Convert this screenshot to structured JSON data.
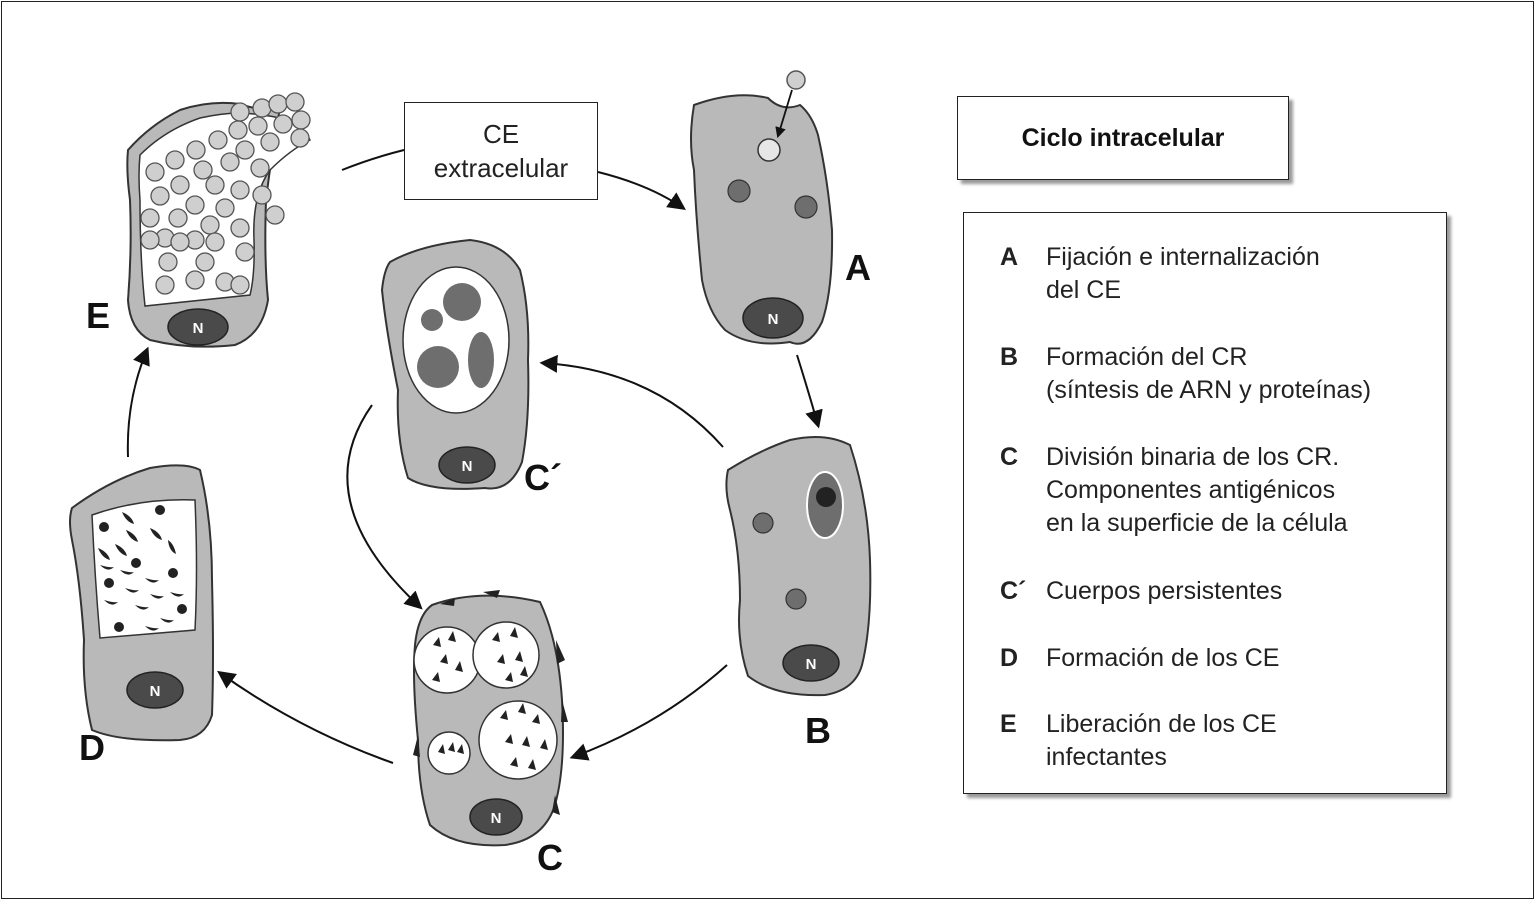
{
  "callout": {
    "line1": "CE",
    "line2": "extracelular"
  },
  "title": "Ciclo intracelular",
  "cells": {
    "A": {
      "label": "A"
    },
    "B": {
      "label": "B"
    },
    "C": {
      "label": "C"
    },
    "C_prime": {
      "label": "C´"
    },
    "D": {
      "label": "D"
    },
    "E": {
      "label": "E"
    }
  },
  "nucleus_label": "N",
  "legend": [
    {
      "key": "A",
      "line1": "Fijación e internalización",
      "line2": "del CE",
      "line3": ""
    },
    {
      "key": "B",
      "line1": "Formación del CR",
      "line2": "(síntesis de ARN y proteínas)",
      "line3": ""
    },
    {
      "key": "C",
      "line1": "División binaria de los CR.",
      "line2": "Componentes antigénicos",
      "line3": "en la superficie de la célula"
    },
    {
      "key": "C´",
      "line1": "Cuerpos persistentes",
      "line2": "",
      "line3": ""
    },
    {
      "key": "D",
      "line1": "Formación de los CE",
      "line2": "",
      "line3": ""
    },
    {
      "key": "E",
      "line1": "Liberación de los CE",
      "line2": "infectantes",
      "line3": ""
    }
  ],
  "colors": {
    "cytoplasm": "#b9b9b9",
    "nucleus": "#4a4a4a",
    "body_dark": "#6e6e6e",
    "elementary_body": "#cfcfcf",
    "outline": "#333333"
  }
}
